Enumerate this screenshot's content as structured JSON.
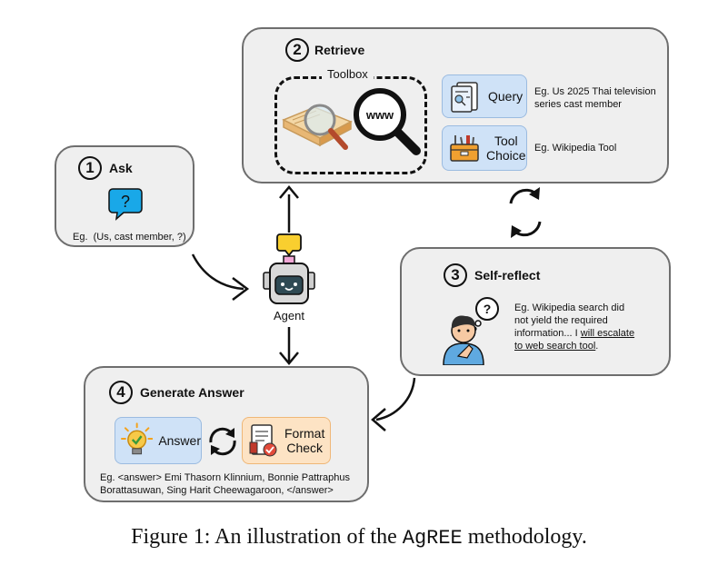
{
  "retrieve": {
    "number": "2",
    "title": "Retrieve",
    "toolbox_label": "Toolbox",
    "www_label": "www",
    "query_label": "Query",
    "query_example": "Eg. Us 2025 Thai television series cast member",
    "tool_choice_label_1": "Tool",
    "tool_choice_label_2": "Choice",
    "tool_example": "Eg. Wikipedia Tool"
  },
  "ask": {
    "number": "1",
    "title": "Ask",
    "bubble_text": "?",
    "example": "Eg.  (Us, cast member, ?)"
  },
  "agent": {
    "label": "Agent"
  },
  "self_reflect": {
    "number": "3",
    "title": "Self-reflect",
    "text_line1": "Eg. Wikipedia search did",
    "text_line2": "not yield the required",
    "text_line3_plain": "information... I ",
    "text_line3_underlined": "will escalate",
    "text_line4_underlined": "to web search tool",
    "text_line4_end": "."
  },
  "generate": {
    "number": "4",
    "title": "Generate Answer",
    "answer_label": "Answer",
    "format_label_1": "Format",
    "format_label_2": "Check",
    "example_line1": "Eg. <answer> Emi Thasorn Klinnium, Bonnie Pattraphus",
    "example_line2": "Borattasuwan, Sing Harit Cheewagaroon, </answer>"
  },
  "caption": {
    "prefix": "Figure 1: An illustration of the ",
    "method": "AgREE",
    "suffix": " methodology."
  },
  "colors": {
    "panel_bg": "#efefef",
    "panel_border": "#6e6e6e",
    "tile_blue": "#cfe2f7",
    "tile_orange": "#fde3c4",
    "bubble_blue": "#19a8e8",
    "agent_yellow": "#f9cf2f"
  }
}
